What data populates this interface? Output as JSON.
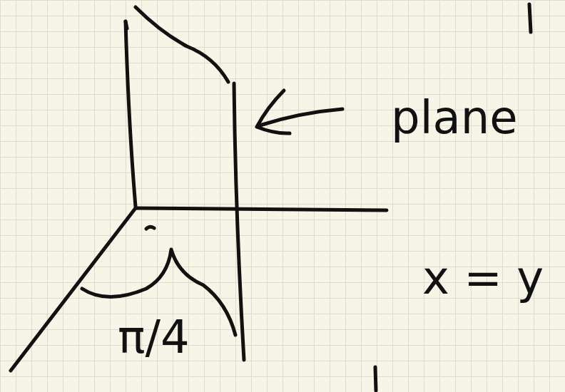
{
  "diagram": {
    "labels": [
      "plane",
      "x = y",
      "π/4"
    ]
  }
}
